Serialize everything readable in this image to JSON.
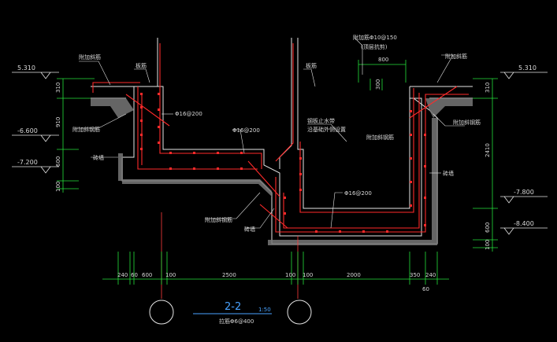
{
  "drawing": {
    "title": "2-2",
    "scale": "1:50",
    "subtitle": "拉筋Φ6@400"
  },
  "elevations": {
    "left_top": "5.310",
    "left_mid": "-6.600",
    "left_low": "-7.200",
    "right_top": "5.310",
    "right_mid": "-7.800",
    "right_low": "-8.400"
  },
  "left_vertical_dims": [
    "310",
    "910",
    "600",
    "100"
  ],
  "right_vertical_dims": [
    "310",
    "2410",
    "600",
    "100"
  ],
  "bottom_dims": [
    "240",
    "60",
    "600",
    "100",
    "2500",
    "100",
    "100",
    "2000",
    "350",
    "240"
  ],
  "bottom_extra": "60",
  "top_dim_800": "800",
  "small_dim_300": "300",
  "labels": {
    "top_rebar": "附加筋Φ10@150",
    "top_rebar_note": "(顶层抗剪)",
    "left_top_corner": "附加斜筋",
    "right_top_corner": "附加斜筋",
    "left_wall_bar_1": "板筋",
    "right_wall_bar_1": "板筋",
    "left_haunch": "附加斜钢筋",
    "right_haunch": "附加斜钢筋",
    "left_outer": "砖墙",
    "right_outer": "砖墙",
    "slab_bar_1": "Φ16@200",
    "slab_bar_2": "Φ16@200",
    "slab_bar_3": "Φ16@200",
    "waterstop": "钢板止水带",
    "waterstop_note": "沿基础外侧设置",
    "middle_right": "附加斜钢筋",
    "lower_haunch": "附加斜钢筋",
    "lower_outer": "砖墙"
  }
}
